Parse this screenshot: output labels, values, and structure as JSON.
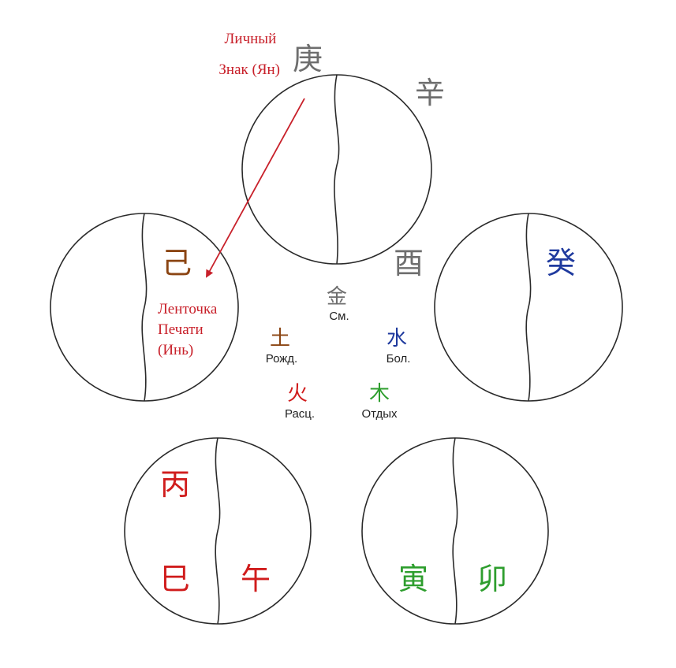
{
  "annotations": {
    "personal_sign": [
      "Личный",
      "Знак (Ян)"
    ],
    "seal_ribbon": [
      "Ленточка",
      "Печати",
      "(Инь)"
    ]
  },
  "circles": {
    "top": {
      "outer_top": "庚",
      "outer_right": "辛",
      "outer_bottom": "酉"
    },
    "left": {
      "char": "己"
    },
    "right": {
      "char": "癸"
    },
    "bottom_left": {
      "char_top": "丙",
      "char_left": "巳",
      "char_right": "午"
    },
    "bottom_right": {
      "char_left": "寅",
      "char_right": "卯"
    }
  },
  "center_elements": [
    {
      "char": "金",
      "label": "См."
    },
    {
      "char": "土",
      "label": "Рожд."
    },
    {
      "char": "水",
      "label": "Бол."
    },
    {
      "char": "火",
      "label": "Расц."
    },
    {
      "char": "木",
      "label": "Отдых"
    }
  ],
  "colors": {
    "metal": "#6e6e6e",
    "earth": "#8b4513",
    "water": "#1f3a9e",
    "fire": "#d01c1c",
    "wood": "#2e9e2e",
    "annotation": "#c8202a",
    "outline": "#2a2a2a"
  }
}
